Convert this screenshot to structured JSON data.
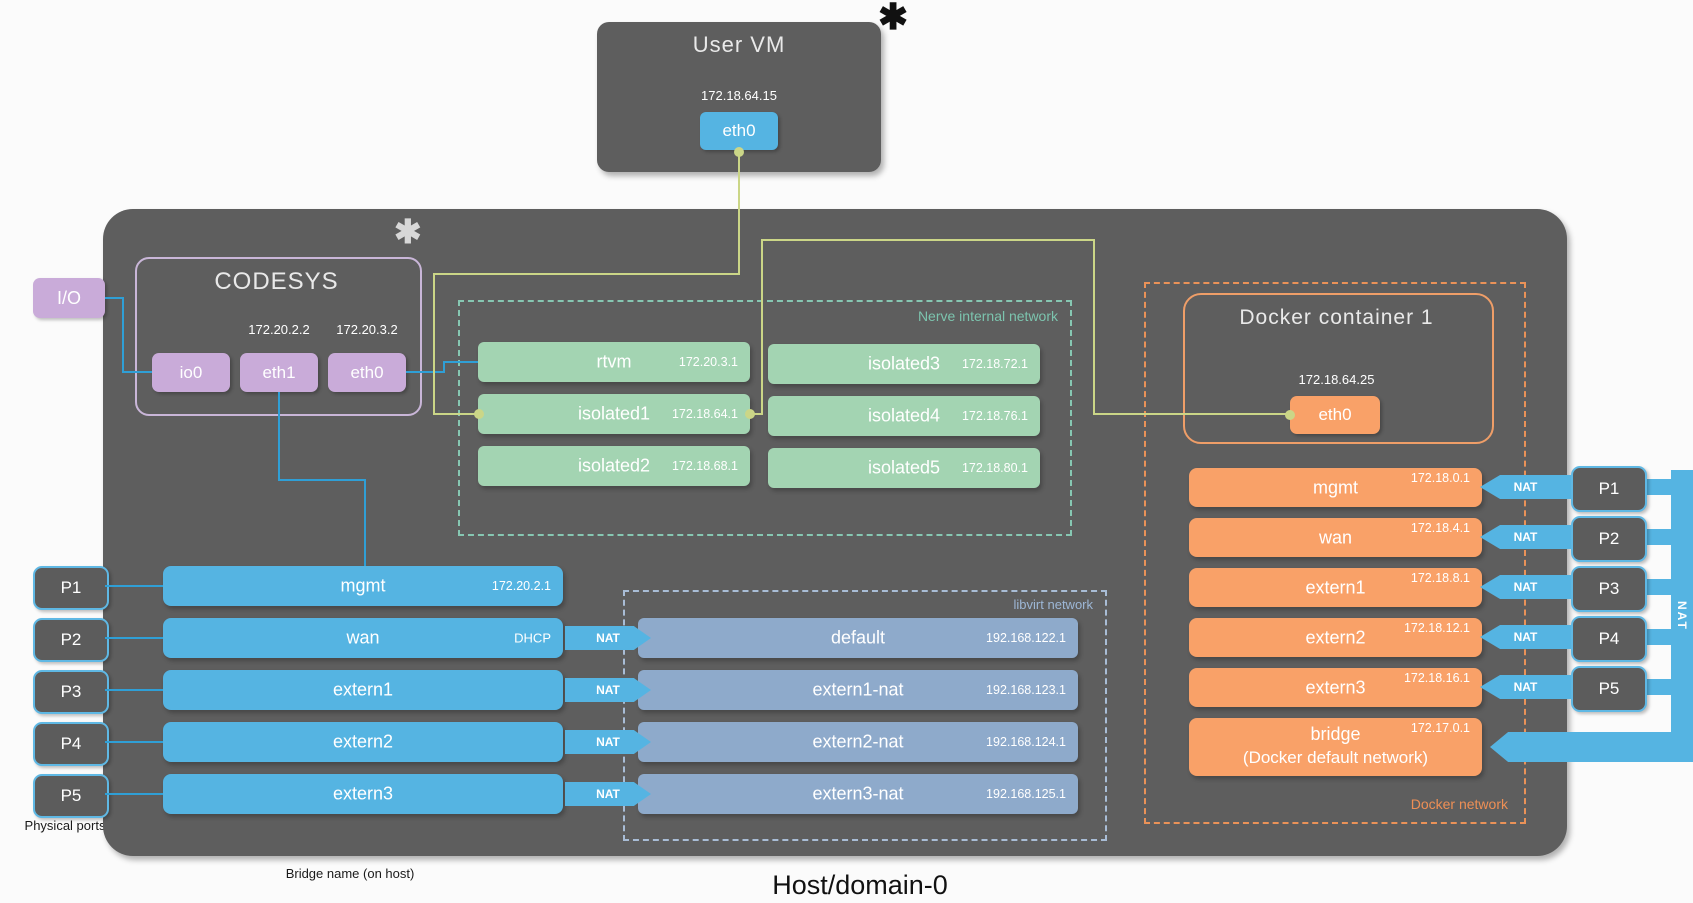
{
  "diagram": {
    "title": "Host/domain-0",
    "bridge_name_label": "Bridge name (on host)",
    "physical_ports_label": "Physical ports",
    "asterisk_user_vm": "✱",
    "asterisk_codesys": "✱"
  },
  "nat_label": "NAT",
  "user_vm": {
    "title": "User VM",
    "ip": "172.18.64.15",
    "port": "eth0"
  },
  "io_box": {
    "label": "I/O"
  },
  "codesys": {
    "title": "CODESYS",
    "eth1_ip": "172.20.2.2",
    "eth0_ip": "172.20.3.2",
    "ports": [
      "io0",
      "eth1",
      "eth0"
    ]
  },
  "nerve": {
    "label": "Nerve internal network",
    "items": [
      {
        "label": "rtvm",
        "ip": "172.20.3.1"
      },
      {
        "label": "isolated1",
        "ip": "172.18.64.1"
      },
      {
        "label": "isolated2",
        "ip": "172.18.68.1"
      },
      {
        "label": "isolated3",
        "ip": "172.18.72.1"
      },
      {
        "label": "isolated4",
        "ip": "172.18.76.1"
      },
      {
        "label": "isolated5",
        "ip": "172.18.80.1"
      }
    ]
  },
  "docker": {
    "network_label": "Docker network",
    "container_title": "Docker container 1",
    "eth0_ip": "172.18.64.25",
    "port": "eth0",
    "networks": [
      {
        "label": "mgmt",
        "ip": "172.18.0.1"
      },
      {
        "label": "wan",
        "ip": "172.18.4.1"
      },
      {
        "label": "extern1",
        "ip": "172.18.8.1"
      },
      {
        "label": "extern2",
        "ip": "172.18.12.1"
      },
      {
        "label": "extern3",
        "ip": "172.18.16.1"
      },
      {
        "label": "bridge",
        "sublabel": "(Docker default network)",
        "ip": "172.17.0.1"
      }
    ]
  },
  "bridges": {
    "items": [
      {
        "label": "mgmt",
        "ip": "172.20.2.1"
      },
      {
        "label": "wan",
        "ip": "DHCP"
      },
      {
        "label": "extern1",
        "ip": ""
      },
      {
        "label": "extern2",
        "ip": ""
      },
      {
        "label": "extern3",
        "ip": ""
      }
    ]
  },
  "libvirt": {
    "label": "libvirt network",
    "items": [
      {
        "label": "default",
        "ip": "192.168.122.1"
      },
      {
        "label": "extern1-nat",
        "ip": "192.168.123.1"
      },
      {
        "label": "extern2-nat",
        "ip": "192.168.124.1"
      },
      {
        "label": "extern3-nat",
        "ip": "192.168.125.1"
      }
    ]
  },
  "ports_left": [
    "P1",
    "P2",
    "P3",
    "P4",
    "P5"
  ],
  "ports_right": [
    "P1",
    "P2",
    "P3",
    "P4",
    "P5"
  ],
  "colors": {
    "blue": "#55b4e2",
    "purple": "#c9abd9",
    "green": "#a3d4b2",
    "orange": "#f9a168",
    "libvirt_blue": "#8eaacb",
    "teal_dash": "#86c7b2",
    "wire_green": "#cbd687",
    "wire_blue": "#2f9fd6",
    "box_gray": "#5e5e5e"
  }
}
